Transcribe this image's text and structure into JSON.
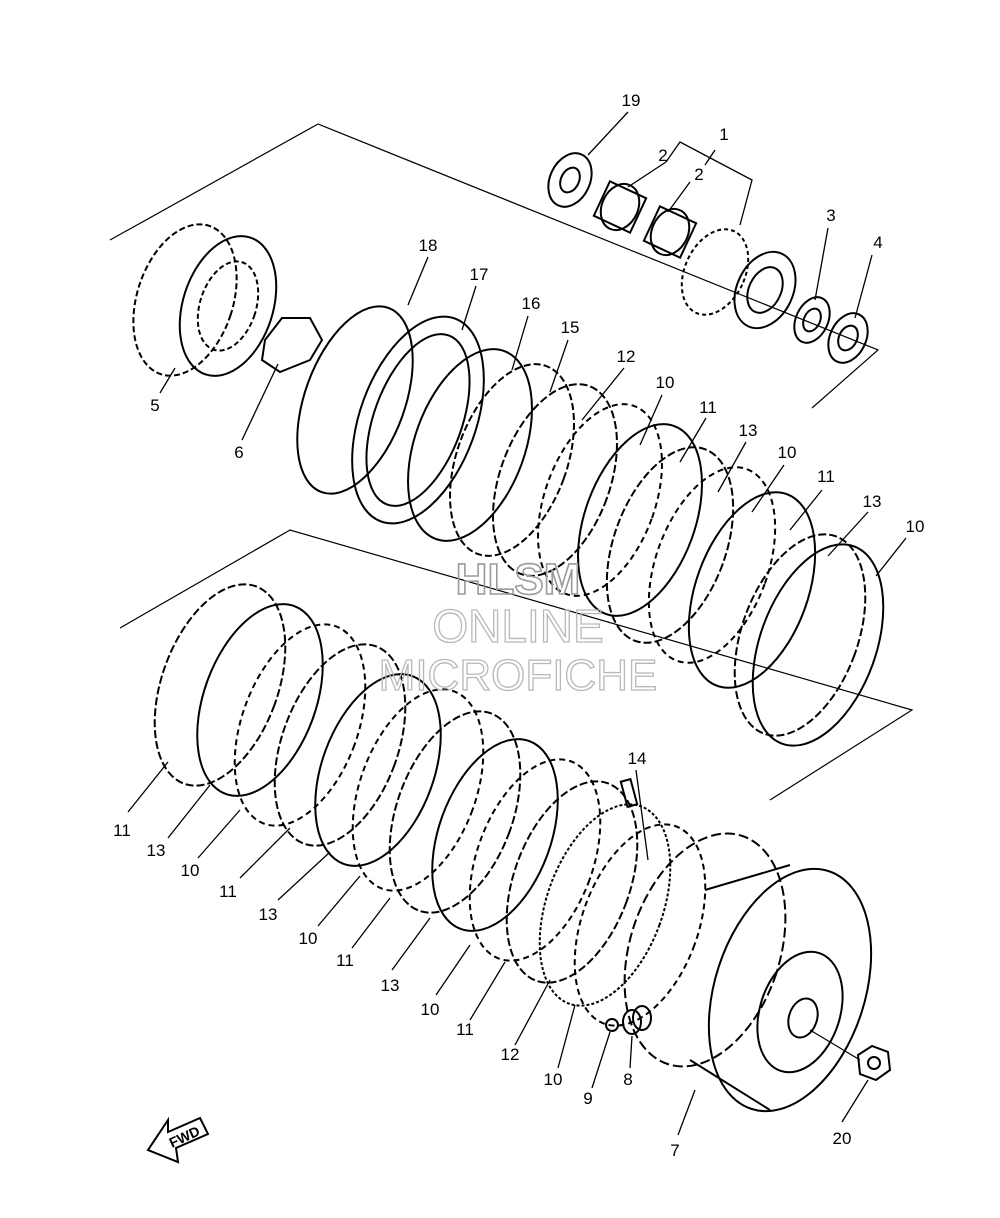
{
  "diagram": {
    "callouts": [
      "19",
      "1",
      "2",
      "2",
      "3",
      "4",
      "18",
      "17",
      "16",
      "15",
      "12",
      "10",
      "11",
      "13",
      "10",
      "11",
      "13",
      "10",
      "5",
      "6",
      "14",
      "11",
      "13",
      "10",
      "11",
      "13",
      "10",
      "11",
      "13",
      "10",
      "11",
      "12",
      "10",
      "9",
      "8",
      "7",
      "20"
    ],
    "direction_label": "FWD",
    "watermark": {
      "line1": "HLSM",
      "line2": "ONLINE",
      "line3": "MICROFICHE"
    }
  }
}
